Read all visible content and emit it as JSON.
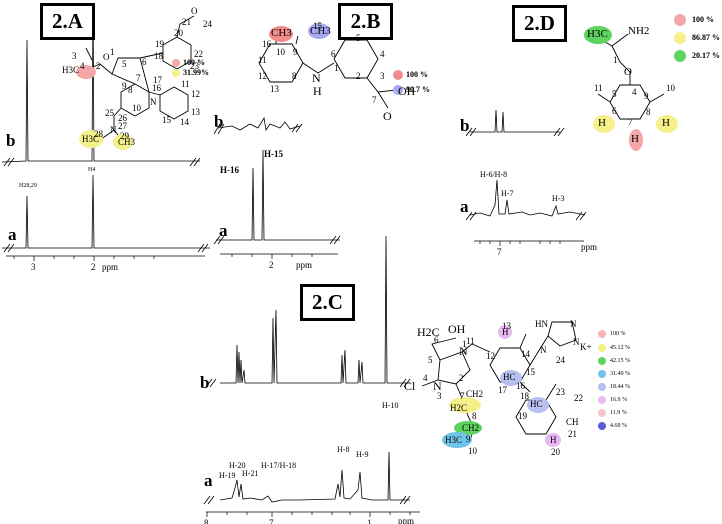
{
  "panels": {
    "A": {
      "label": "2.A",
      "spectrum_b": "b",
      "spectrum_a": "a",
      "peak_labels": [
        "H28,29",
        "H4"
      ],
      "axis_ticks": [
        "3",
        "2"
      ],
      "axis_unit": "ppm",
      "legend": [
        {
          "value": "100 %",
          "color": "#f4a7a7"
        },
        {
          "value": "31.99%",
          "color": "#f5f08a"
        }
      ],
      "atoms": {
        "methyl": "H3C",
        "n": "N",
        "ndimethyl": "N",
        "ch3_left": "H3C",
        "ch3_right": "CH3",
        "o": "O",
        "methoxy_o": "O"
      },
      "atom_numbers": [
        "3",
        "4",
        "2",
        "1",
        "5",
        "6",
        "7",
        "8",
        "9",
        "10",
        "11",
        "12",
        "13",
        "14",
        "15",
        "16",
        "17",
        "18",
        "19",
        "20",
        "21",
        "22",
        "23",
        "24",
        "25",
        "26",
        "27",
        "28",
        "29"
      ]
    },
    "B": {
      "label": "2.B",
      "spectrum_b": "b",
      "spectrum_a": "a",
      "peak_labels": [
        "H-16",
        "H-15"
      ],
      "axis_ticks": [
        "2"
      ],
      "axis_unit": "ppm",
      "legend": [
        {
          "value": "100 %",
          "color": "#f28b8b"
        },
        {
          "value": "90.7 %",
          "color": "#a8a8f0"
        }
      ],
      "atoms": {
        "ch3_16": "CH3",
        "ch3_15": "CH3",
        "nh": "N",
        "h": "H",
        "o": "O",
        "oh": "OH"
      },
      "atom_numbers": [
        "16",
        "15",
        "10",
        "9",
        "11",
        "12",
        "13",
        "8",
        "1",
        "2",
        "3",
        "4",
        "5",
        "6",
        "7"
      ]
    },
    "C": {
      "label": "2.C",
      "spectrum_b": "b",
      "spectrum_a": "a",
      "peak_labels": [
        "H-10",
        "H-20",
        "H-19",
        "H-21",
        "H-17/H-18",
        "H-8",
        "H-9"
      ],
      "axis_ticks": [
        "8",
        "7",
        "1"
      ],
      "axis_unit": "ppm",
      "legend": [
        {
          "value": "100 %",
          "color": "#f4b6b6"
        },
        {
          "value": "45.12 %",
          "color": "#f3f08a"
        },
        {
          "value": "42.15 %",
          "color": "#5fd35f"
        },
        {
          "value": "31.49 %",
          "color": "#6fc3e8"
        },
        {
          "value": "18.44 %",
          "color": "#b8c0f0"
        },
        {
          "value": "16.9 %",
          "color": "#e8b8f0"
        },
        {
          "value": "11.9 %",
          "color": "#f4c8c8"
        },
        {
          "value": "4.69 %",
          "color": "#5a5ad8"
        }
      ],
      "atoms": {
        "h2c_oh": "H2C",
        "oh": "OH",
        "cl": "Cl",
        "n1": "N",
        "n3": "N",
        "hn": "HN",
        "n_a": "N",
        "n_b": "N",
        "n_c": "N",
        "k": "K+",
        "hc17": "HC",
        "hc19": "HC",
        "ch2_7": "CH2",
        "h2c_8": "H2C",
        "ch2_9": "CH2",
        "h3c_10": "H3C",
        "h13": "H",
        "h20": "H",
        "ch21": "CH"
      },
      "atom_numbers": [
        "6",
        "5",
        "4",
        "1",
        "2",
        "3",
        "11",
        "12",
        "13",
        "14",
        "15",
        "16",
        "17",
        "18",
        "19",
        "20",
        "21",
        "22",
        "23",
        "24",
        "7",
        "8",
        "9",
        "10"
      ]
    },
    "D": {
      "label": "2.D",
      "spectrum_b": "b",
      "spectrum_a": "a",
      "peak_labels": [
        "H-6/H-8",
        "H-7",
        "H-3"
      ],
      "axis_ticks": [
        "7"
      ],
      "axis_unit": "ppm",
      "legend": [
        {
          "value": "100 %",
          "color": "#f4a7a7"
        },
        {
          "value": "86.87 %",
          "color": "#f5f08a"
        },
        {
          "value": "20.17 %",
          "color": "#5fd35f"
        }
      ],
      "atoms": {
        "h3c": "H3C",
        "nh2": "NH2",
        "o": "O",
        "h6": "H",
        "h7": "H",
        "h8": "H"
      },
      "atom_numbers": [
        "1",
        "4",
        "5",
        "6",
        "7",
        "8",
        "9",
        "10",
        "11"
      ]
    }
  }
}
